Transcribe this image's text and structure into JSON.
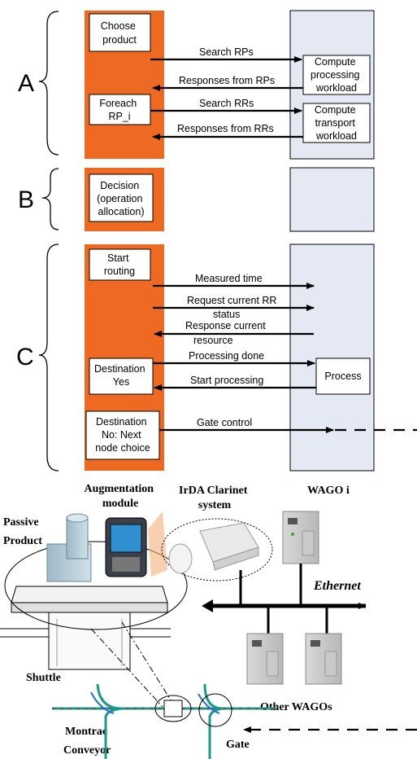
{
  "sections": {
    "a": "A",
    "b": "B",
    "c": "C"
  },
  "boxes": {
    "choose_product": [
      "Choose",
      "product"
    ],
    "foreach_rp": [
      "Foreach",
      "RP_i"
    ],
    "compute_processing": [
      "Compute",
      "processing",
      "workload"
    ],
    "compute_transport": [
      "Compute",
      "transport",
      "workload"
    ],
    "decision": [
      "Decision",
      "(operation",
      "allocation)"
    ],
    "start_routing": [
      "Start",
      "routing"
    ],
    "destination_yes": [
      "Destination",
      "Yes"
    ],
    "destination_no": [
      "Destination",
      "No: Next",
      "node choice"
    ],
    "process": "Process"
  },
  "messages": {
    "search_rps": "Search RPs",
    "responses_rps": "Responses from RPs",
    "search_rrs": "Search RRs",
    "responses_rrs": "Responses from RRs",
    "measured_time": "Measured time",
    "request_rr_status": [
      "Request current RR",
      "status"
    ],
    "response_resource": [
      "Response current",
      "resource"
    ],
    "processing_done": "Processing done",
    "start_processing": "Start processing",
    "gate_control": "Gate control"
  },
  "setup": {
    "augmentation_module": [
      "Augmentation",
      "module"
    ],
    "irda_system": [
      "IrDA Clarinet",
      "system"
    ],
    "wago_i": "WAGO i",
    "passive_product": [
      "Passive",
      "Product"
    ],
    "ethernet": "Ethernet",
    "shuttle": "Shuttle",
    "other_wagos": "Other WAGOs",
    "montrac_conveyor": [
      "Montrac",
      "Conveyor"
    ],
    "gate": "Gate"
  },
  "colors": {
    "orange": "#EE6A22",
    "lane_fill": "#E4E9F4",
    "line": "#000000"
  }
}
